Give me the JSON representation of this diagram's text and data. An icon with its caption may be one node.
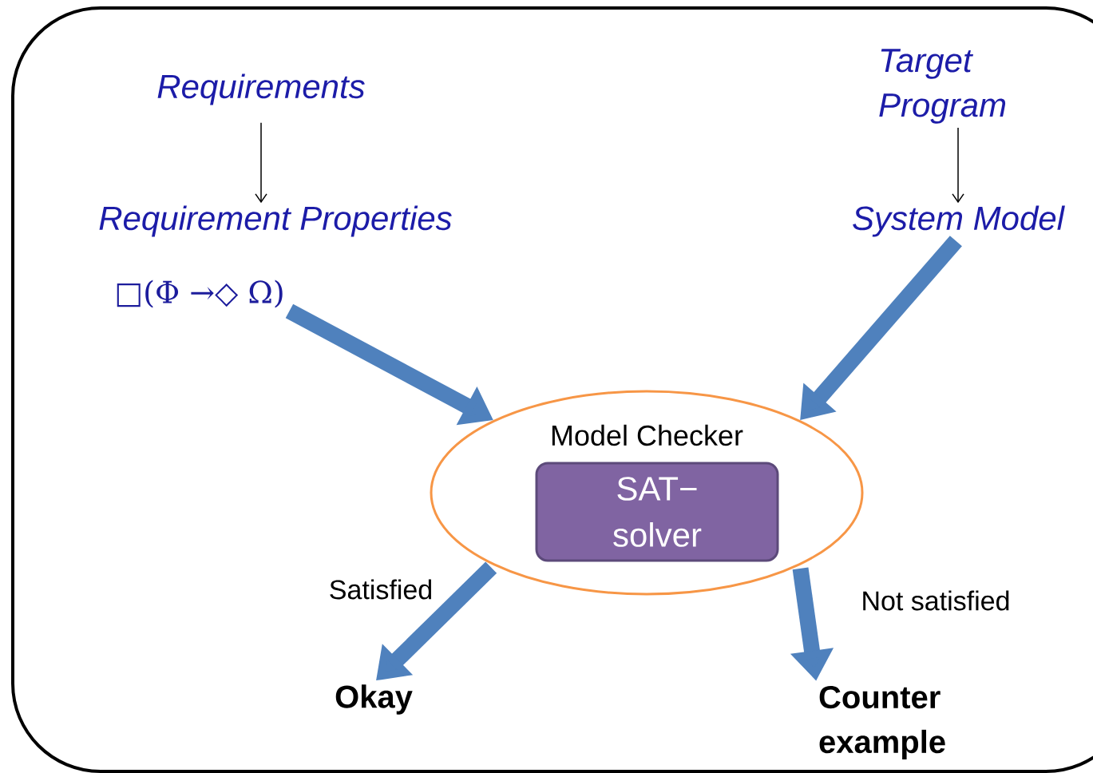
{
  "diagram": {
    "nodes": [
      {
        "text": [
          "Requirements"
        ]
      },
      {
        "text": [
          "Target Program"
        ]
      },
      {
        "text": [
          "Requirement Properties"
        ]
      },
      {
        "text": [
          "System Model"
        ]
      },
      {
        "text": [
          "□(Φ →◇ Ω)"
        ]
      },
      {
        "text": [
          "Model Checker"
        ]
      },
      {
        "text": [
          "SAT− solver"
        ],
        "in": 5
      },
      {
        "text": [
          "Okay"
        ]
      },
      {
        "text": [
          "Counter example"
        ]
      }
    ],
    "edges": [
      {
        "from": 0,
        "to": 2,
        "arrow": "to",
        "color": "#000000"
      },
      {
        "from": 1,
        "to": 3,
        "arrow": "to",
        "color": "#000000"
      },
      {
        "from": 4,
        "to": 5,
        "arrow": "to"
      },
      {
        "from": 3,
        "to": 5,
        "arrow": "to"
      },
      {
        "from": 5,
        "to": 7,
        "arrow": "to",
        "label": "Satisfied"
      },
      {
        "from": 5,
        "to": 8,
        "arrow": "to",
        "label": "Not satisfied"
      }
    ]
  }
}
